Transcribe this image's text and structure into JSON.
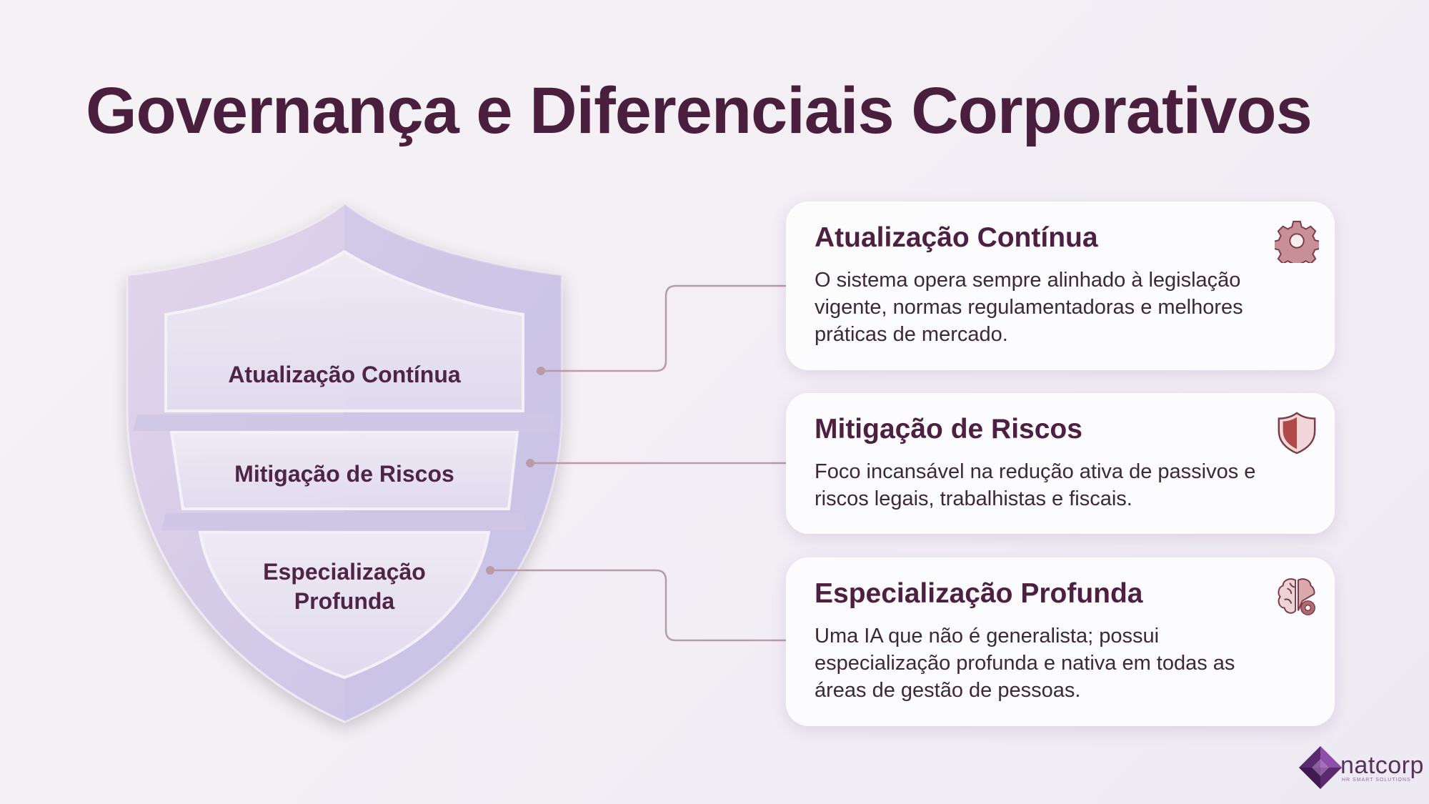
{
  "title": "Governança e Diferenciais Corporativos",
  "shield": {
    "layers": [
      {
        "label": "Atualização Contínua"
      },
      {
        "label": "Mitigação de Riscos"
      },
      {
        "label_line1": "Especialização",
        "label_line2": "Profunda"
      }
    ]
  },
  "cards": [
    {
      "title": "Atualização Contínua",
      "text": "O sistema opera sempre alinhado à legislação vigente, normas regulamentadoras e melhores práticas de mercado.",
      "icon": "gear-icon"
    },
    {
      "title": "Mitigação de Riscos",
      "text": "Foco incansável na redução ativa de passivos e riscos legais, trabalhistas e fiscais.",
      "icon": "shield-icon"
    },
    {
      "title": "Especialização Profunda",
      "text": "Uma IA que não é generalista; possui especialização profunda e nativa em todas as áreas de gestão de pessoas.",
      "icon": "brain-gear-icon"
    }
  ],
  "logo": {
    "name": "natcorp",
    "tagline": "HR SMART SOLUTIONS",
    "colors": {
      "primary": "#5b2a6e",
      "accent": "#8e4fa8"
    }
  },
  "colors": {
    "title": "#4a1f3d",
    "shield_fill": "#d9d0e9",
    "connector": "#b89aa8",
    "icon_red": "#b04a4a"
  }
}
